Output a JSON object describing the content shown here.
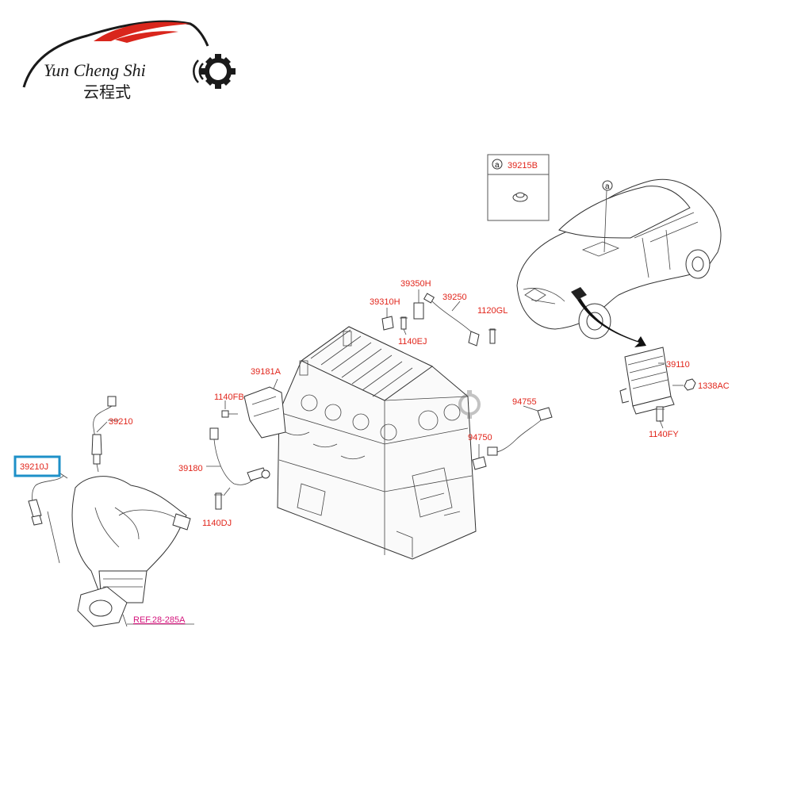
{
  "logo": {
    "name_en": "Yun Cheng Shi",
    "name_cn": "云程式",
    "swoosh_color": "#d9261c",
    "gear_color": "#1a1a1a"
  },
  "inset": {
    "circle_letter": "a",
    "part_no": "39215B"
  },
  "car_callout": {
    "circle_letter": "a"
  },
  "highlight": {
    "part_no": "39210J",
    "box_color": "#1e90c8"
  },
  "labels": {
    "p39210": "39210",
    "p39210J": "39210J",
    "p1140FB": "1140FB",
    "p39181A": "39181A",
    "p39180": "39180",
    "p1140DJ": "1140DJ",
    "p39310H": "39310H",
    "p39350H": "39350H",
    "p39250": "39250",
    "p1120GL": "1120GL",
    "p1140EJ": "1140EJ",
    "p39110": "39110",
    "p1338AC": "1338AC",
    "p1140FY": "1140FY",
    "p94755": "94755",
    "p94750": "94750"
  },
  "reference": "REF.28-285A",
  "colors": {
    "label": "#e1251b",
    "reference": "#d4147c"
  }
}
